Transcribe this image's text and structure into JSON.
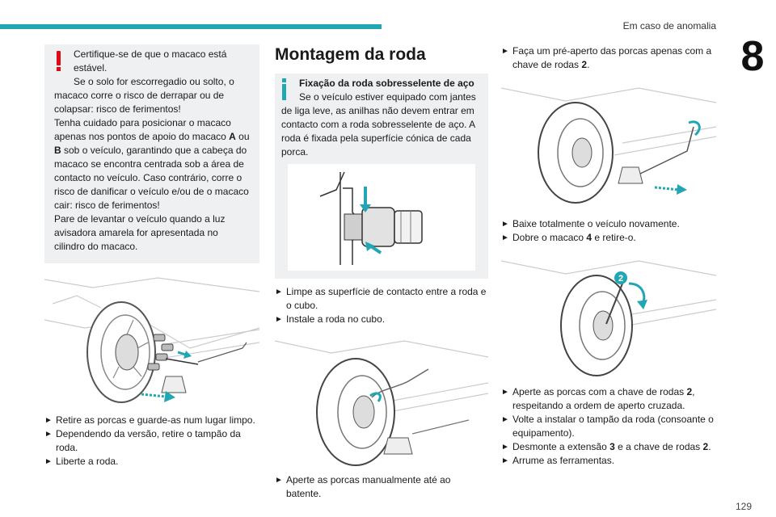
{
  "header": {
    "section_title": "Em caso de anomalia",
    "chapter_number": "8"
  },
  "footer": {
    "page_number": "129"
  },
  "warning": {
    "icon": "warning-icon",
    "line1": "Certifique-se de que o macaco está estável.",
    "line2": "Se o solo for escorregadio ou solto, o",
    "rest": "macaco corre o risco de derrapar ou de colapsar: risco de ferimentos!",
    "p2_before": "Tenha cuidado para posicionar o macaco apenas nos pontos de apoio do macaco ",
    "p2_a": "A",
    "p2_mid": " ou ",
    "p2_b": "B",
    "p2_after": " sob o veículo, garantindo que a cabeça do macaco se encontra centrada sob a área de contacto no veículo. Caso contrário, corre o risco de danificar o veículo e/ou de o macaco cair: risco de ferimentos!",
    "p3": "Pare de levantar o veículo quando a luz avisadora amarela for apresentada no cilindro do macaco."
  },
  "col1_steps": [
    "Retire as porcas e guarde-as num lugar limpo.",
    "Dependendo da versão, retire o tampão da roda.",
    "Liberte a roda."
  ],
  "mounting": {
    "heading": "Montagem da roda",
    "info_icon": "info-icon",
    "info_title": "Fixação da roda sobresselente de aço",
    "info_text_first": "Se o veículo estiver equipado com jantes",
    "info_text_rest": "de liga leve, as anilhas não devem entrar em contacto com a roda sobresselente de aço. A roda é fixada pela superfície cónica de cada porca."
  },
  "col2_steps": [
    "Limpe as superfície de contacto entre a roda e o cubo.",
    "Instale a roda no cubo."
  ],
  "col2_step_bottom": "Aperte as porcas manualmente até ao batente.",
  "col3_step_top": {
    "before": "Faça um pré-aperto das porcas apenas com a chave de rodas ",
    "num": "2",
    "after": "."
  },
  "col3_steps_mid": [
    "Baixe totalmente o veículo novamente.",
    {
      "before": "Dobre o macaco ",
      "num": "4",
      "after": " e retire-o."
    }
  ],
  "col3_steps_bottom": [
    {
      "before": "Aperte as porcas com a chave de rodas ",
      "num": "2",
      "after": ", respeitando a ordem de aperto cruzada."
    },
    {
      "before": "Volte a instalar o tampão da roda (consoante o equipamento).",
      "num": "",
      "after": ""
    },
    {
      "before": "Desmonte a extensão ",
      "num": "3",
      "after": " e a chave de rodas ",
      "num2": "2",
      "after2": "."
    },
    {
      "before": "Arrume as ferramentas.",
      "num": "",
      "after": ""
    }
  ],
  "figure_labels": {
    "callout_2": "2"
  },
  "colors": {
    "accent": "#22a6b3",
    "warning": "#e30613",
    "note_bg": "#eef0f1"
  }
}
